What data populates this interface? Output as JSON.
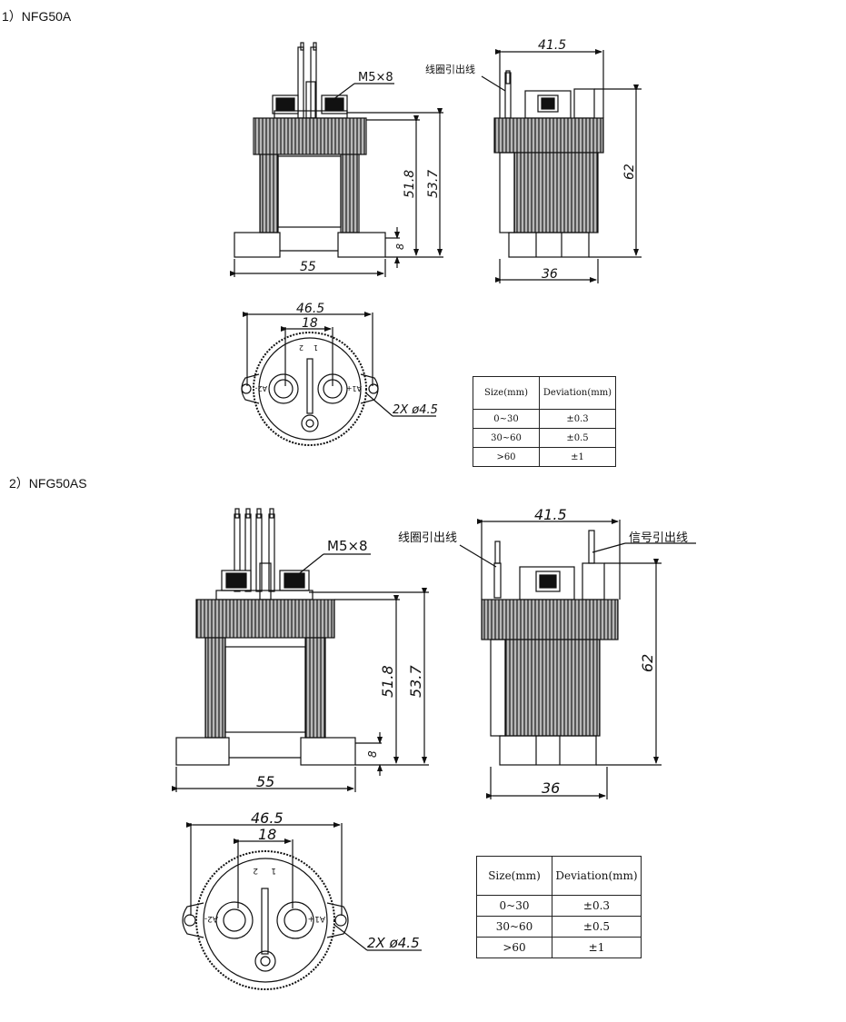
{
  "sections": [
    {
      "title": "1）NFG50A",
      "front": {
        "thread": "M5×8",
        "h1": "51.8",
        "h2": "53.7",
        "base": "8",
        "width": "55"
      },
      "side": {
        "width": "41.5",
        "base": "36",
        "height": "62",
        "coil_lead": "线圈引出线"
      },
      "bottom": {
        "outer": "46.5",
        "inner": "18",
        "holes": "2X ø4.5",
        "pin1": "1",
        "pin2": "2",
        "a1": "A1+",
        "a2": "A2-"
      },
      "table": {
        "headers": [
          "Size(mm)",
          "Deviation(mm)"
        ],
        "rows": [
          [
            "0~30",
            "±0.3"
          ],
          [
            "30~60",
            "±0.5"
          ],
          [
            ">60",
            "±1"
          ]
        ]
      }
    },
    {
      "title": "2）NFG50AS",
      "front": {
        "thread": "M5×8",
        "h1": "51.8",
        "h2": "53.7",
        "base": "8",
        "width": "55"
      },
      "side": {
        "width": "41.5",
        "base": "36",
        "height": "62",
        "coil_lead": "线圈引出线",
        "signal_lead": "信号引出线"
      },
      "bottom": {
        "outer": "46.5",
        "inner": "18",
        "holes": "2X ø4.5",
        "pin1": "1",
        "pin2": "2",
        "a1": "A1+",
        "a2": "A2-"
      },
      "table": {
        "headers": [
          "Size(mm)",
          "Deviation(mm)"
        ],
        "rows": [
          [
            "0~30",
            "±0.3"
          ],
          [
            "30~60",
            "±0.5"
          ],
          [
            ">60",
            "±1"
          ]
        ]
      }
    }
  ]
}
